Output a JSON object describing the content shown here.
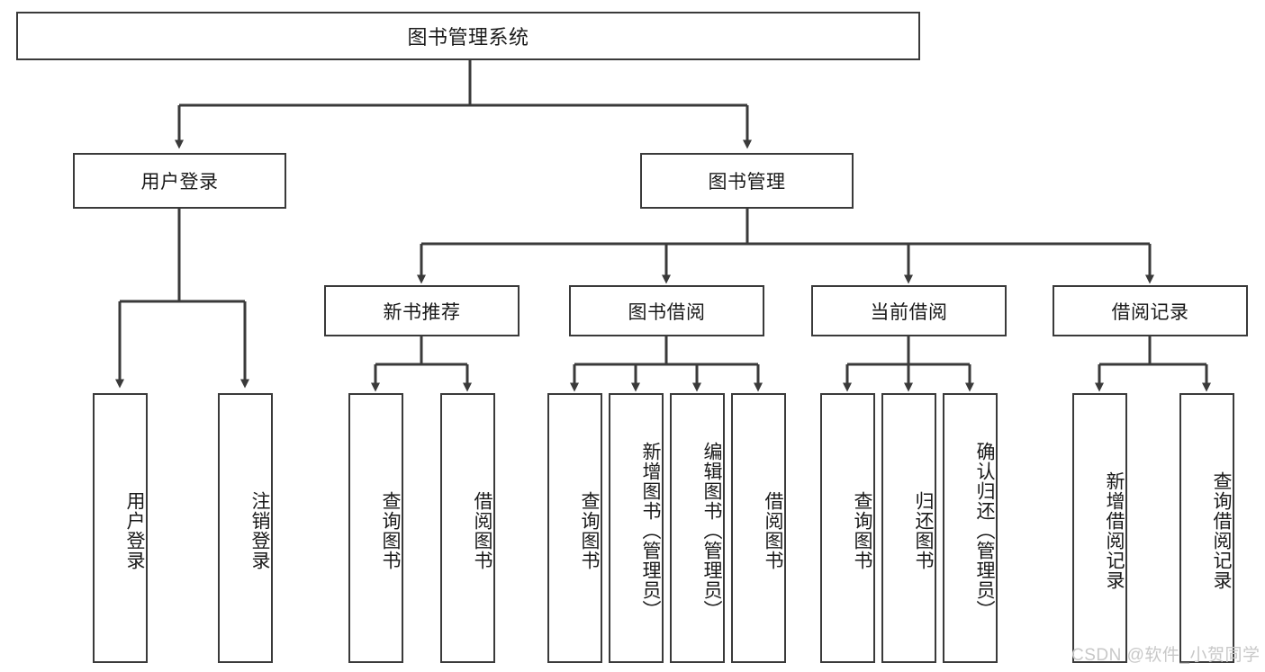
{
  "diagram": {
    "title": "图书管理系统",
    "type": "hierarchy-tree",
    "background": "#ffffff",
    "line_color": "#3a3a3a",
    "box_fill": "#ffffff",
    "text_color": "#1a1a1a"
  },
  "nodes": {
    "root": {
      "label": "图书管理系统"
    },
    "level1": [
      {
        "label": "用户登录"
      },
      {
        "label": "图书管理"
      }
    ],
    "level2": [
      {
        "label": "新书推荐"
      },
      {
        "label": "图书借阅"
      },
      {
        "label": "当前借阅"
      },
      {
        "label": "借阅记录"
      }
    ],
    "leaves": {
      "user_login": [
        {
          "label": "用户登录"
        },
        {
          "label": "注销登录"
        }
      ],
      "new_book_recommend": [
        {
          "label": "查询图书"
        },
        {
          "label": "借阅图书"
        }
      ],
      "book_borrow": [
        {
          "label": "查询图书"
        },
        {
          "label": "新增图书（管理员）"
        },
        {
          "label": "编辑图书（管理员）"
        },
        {
          "label": "借阅图书"
        }
      ],
      "current_borrow": [
        {
          "label": "查询图书"
        },
        {
          "label": "归还图书"
        },
        {
          "label": "确认归还（管理员）"
        }
      ],
      "borrow_records": [
        {
          "label": "新增借阅记录"
        },
        {
          "label": "查询借阅记录"
        }
      ]
    }
  },
  "watermark": {
    "text": "CSDN @软件_小贺同学",
    "color": "#c8c8c8"
  }
}
